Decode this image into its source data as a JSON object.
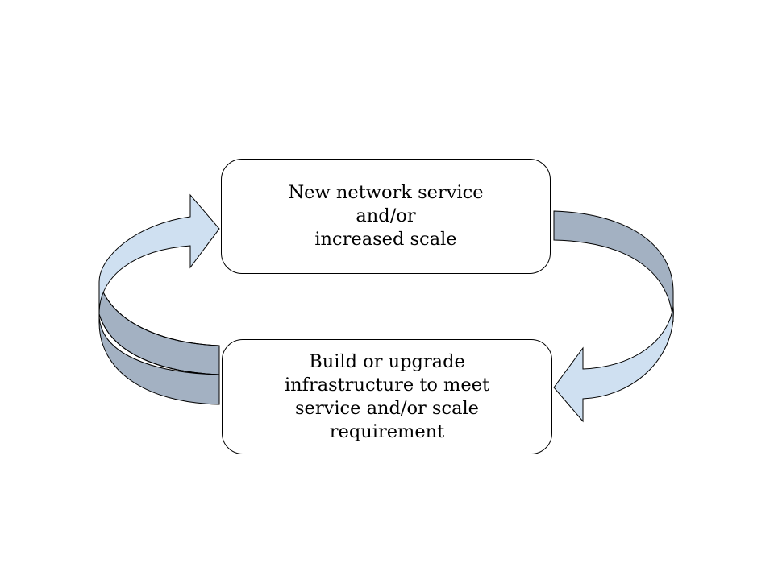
{
  "diagram": {
    "nodes": [
      {
        "id": "new-service",
        "text": "New network service\nand/or\nincreased scale"
      },
      {
        "id": "build-upgrade",
        "text": "Build or upgrade\ninfrastructure to meet\nservice and/or scale\nrequirement"
      }
    ],
    "edges": [
      {
        "from": "new-service",
        "to": "build-upgrade",
        "style": "curved-arrow-right"
      },
      {
        "from": "build-upgrade",
        "to": "new-service",
        "style": "curved-arrow-left"
      }
    ],
    "colors": {
      "arrow_front": "#cfe0f1",
      "arrow_back": "#a3b1c2",
      "outline": "#000000",
      "box_fill": "#ffffff"
    }
  }
}
